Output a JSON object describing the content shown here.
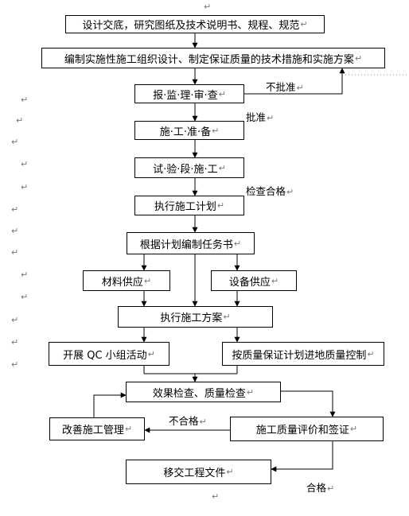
{
  "nodes": {
    "design": "设计交底，研究图纸及技术说明书、规程、规范",
    "plan": "编制实施性施工组织设计、制定保证质量的技术措施和实施方案",
    "review": "报·监·理·审·查",
    "prep": "施·工·准·备",
    "trial": "试·验·段·施·工",
    "execute_plan": "执行施工计划",
    "task_book": "根据计划编制任务书",
    "material": "材料供应",
    "equipment": "设备供应",
    "execute_scheme": "执行施工方案",
    "qc": "开展 QC 小组活动",
    "quality_control": "按质量保证计划进地质量控制",
    "inspection": "效果检查、质量检查",
    "improve": "改善施工管理",
    "evaluate": "施工质量评价和签证",
    "handover": "移交工程文件"
  },
  "edge_labels": {
    "not_approved": "不批准",
    "approved": "批准",
    "inspection_pass": "检查合格",
    "fail": "不合格",
    "pass": "合格"
  },
  "paragraph_mark": "↵"
}
